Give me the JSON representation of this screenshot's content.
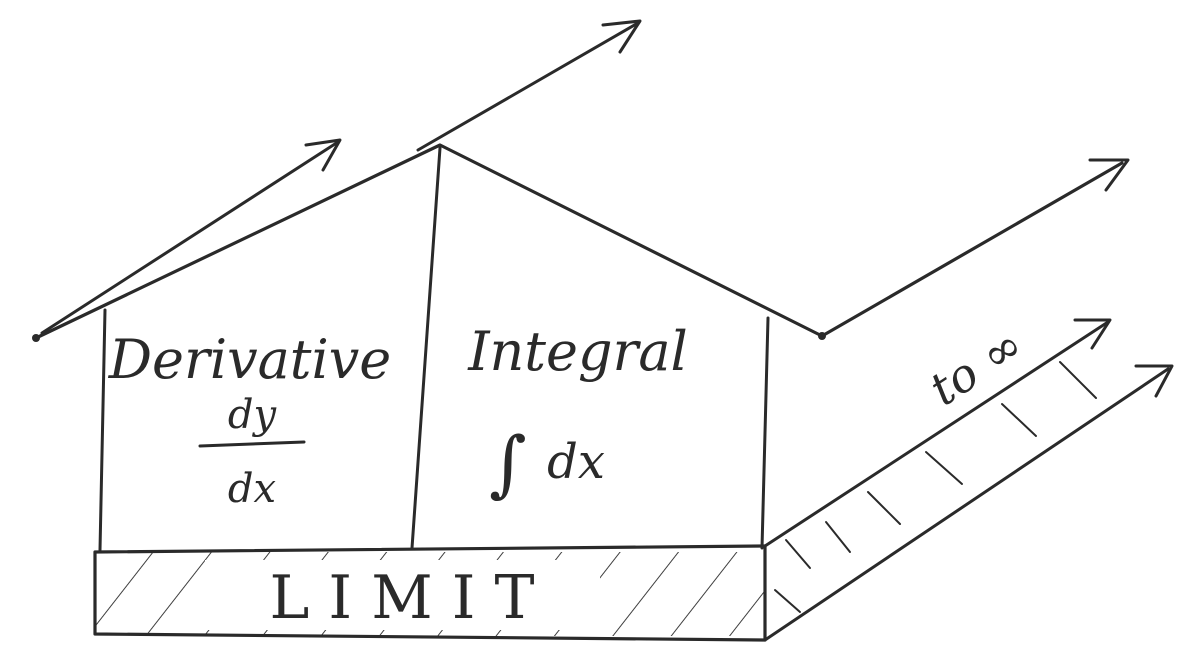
{
  "diagram": {
    "left_room": {
      "title": "Derivative",
      "numerator": "dy",
      "denominator": "dx"
    },
    "right_room": {
      "title": "Integral",
      "integral_sign": "∫",
      "differential": "dx"
    },
    "foundation": {
      "label": "L I M I T"
    },
    "ramp": {
      "label": "to ∞"
    }
  },
  "colors": {
    "ink": "#2a2a2a",
    "paper": "#ffffff"
  }
}
